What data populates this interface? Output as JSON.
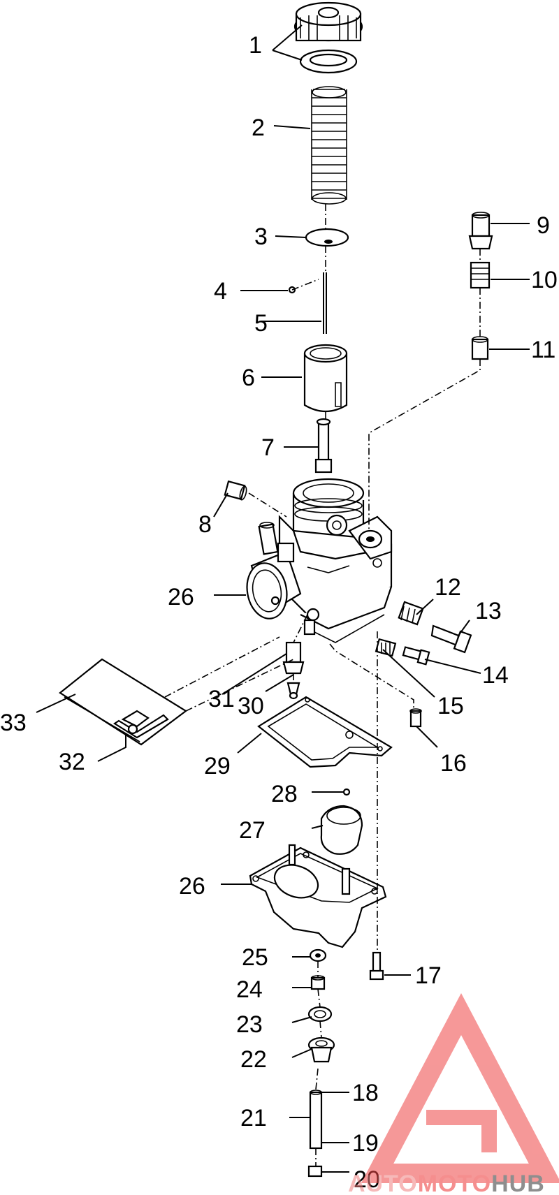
{
  "diagram": {
    "labels": [
      "1",
      "2",
      "3",
      "4",
      "5",
      "6",
      "7",
      "8",
      "9",
      "10",
      "11",
      "12",
      "13",
      "14",
      "15",
      "16",
      "17",
      "18",
      "19",
      "20",
      "21",
      "22",
      "23",
      "24",
      "25",
      "26",
      "27",
      "28",
      "29",
      "30",
      "31",
      "32",
      "33"
    ]
  },
  "watermark": {
    "parts": [
      "AUTO",
      "MOTO",
      "HUB"
    ],
    "colors": [
      "#f08080",
      "#ee3333",
      "#333333"
    ]
  }
}
